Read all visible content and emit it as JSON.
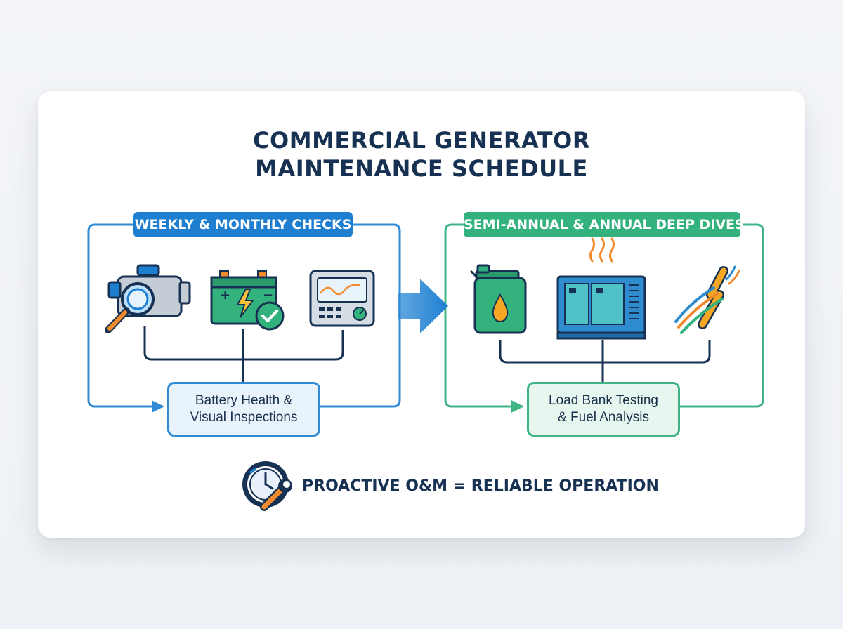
{
  "title": {
    "line1": "COMMERCIAL GENERATOR",
    "line2": "MAINTENANCE SCHEDULE"
  },
  "left_group": {
    "label": "WEEKLY & MONTHLY CHECKS",
    "icons": [
      "engine-inspection-icon",
      "battery-check-icon",
      "control-panel-icon"
    ],
    "result_line1": "Battery Health &",
    "result_line2": "Visual Inspections",
    "color": "#1e7fd1"
  },
  "right_group": {
    "label": "SEMI-ANNUAL & ANNUAL DEEP DIVES",
    "icons": [
      "fuel-can-icon",
      "generator-unit-icon",
      "wiring-icon"
    ],
    "result_line1": "Load Bank Testing",
    "result_line2": "& Fuel Analysis",
    "color": "#34b27e"
  },
  "footer": {
    "text": "PROACTIVE O&M = RELIABLE OPERATION",
    "icon": "clock-wrench-icon"
  },
  "colors": {
    "navy": "#173153",
    "blue": "#1e7fd1",
    "green": "#34b27e",
    "orange": "#f08a2c"
  }
}
